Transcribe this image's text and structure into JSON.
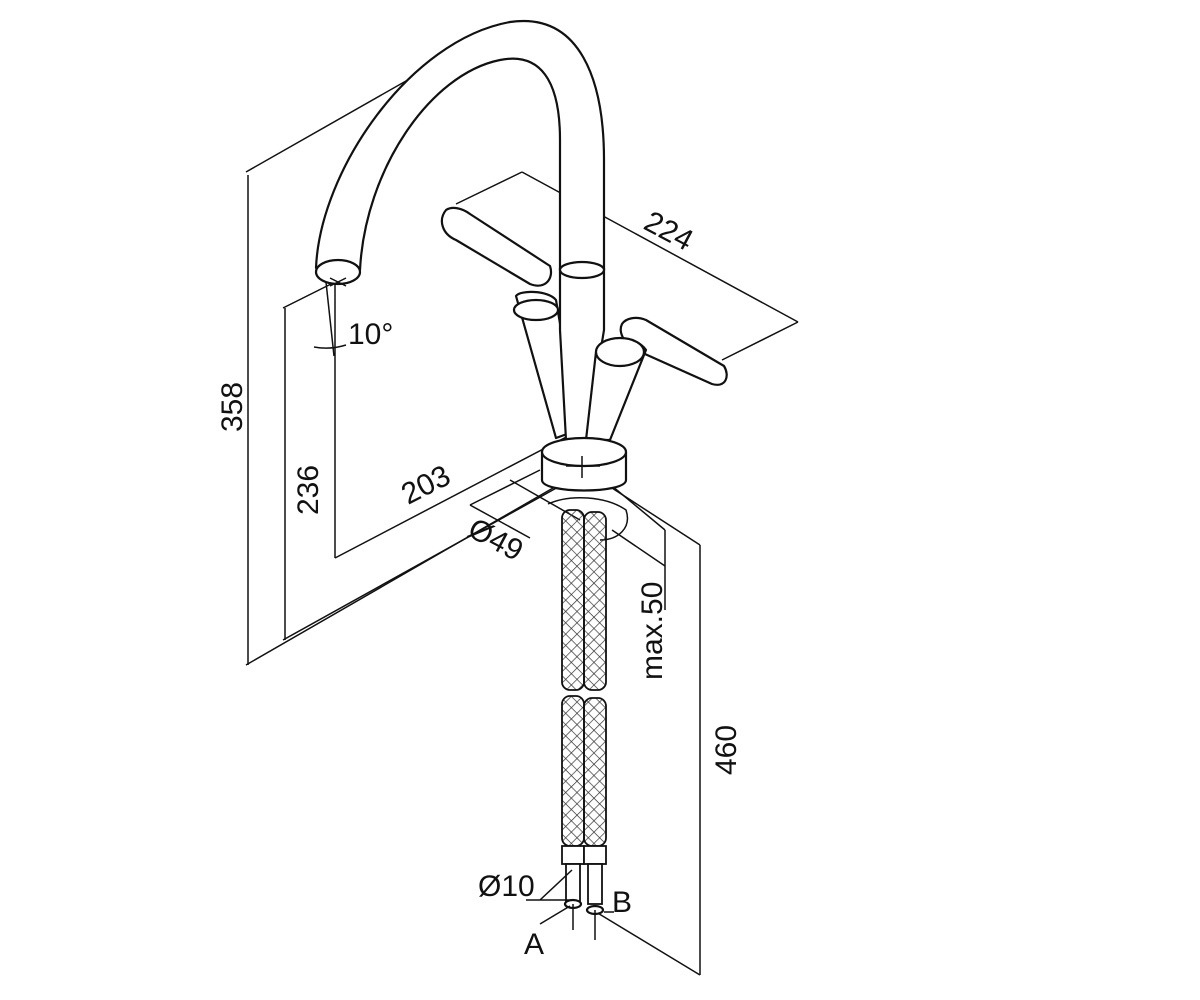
{
  "diagram": {
    "dimensions": {
      "overall_height": "358",
      "spout_height": "236",
      "spout_reach": "203",
      "handle_span": "224",
      "swivel_angle": "10°",
      "base_diameter": "Ø49",
      "max_deck_thickness": "max.50",
      "hose_length": "460",
      "hose_diameter": "Ø10"
    },
    "connections": {
      "a": "A",
      "b": "B"
    }
  }
}
